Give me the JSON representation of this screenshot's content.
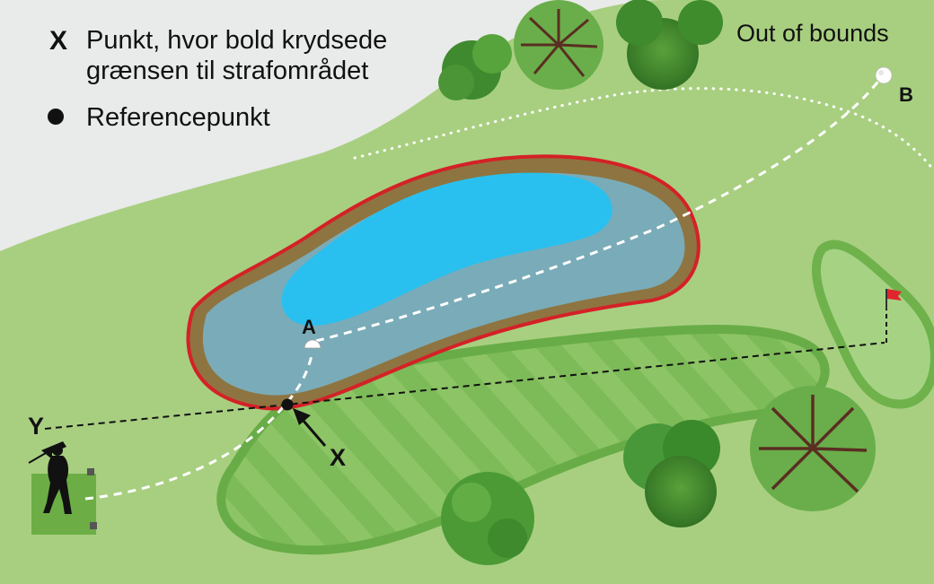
{
  "legend": {
    "x_symbol": "X",
    "x_text_line1": "Punkt, hvor bold krydsede",
    "x_text_line2": "grænsen til strafområdet",
    "ref_text": "Referencepunkt"
  },
  "labels": {
    "out_of_bounds": "Out of bounds",
    "point_a": "A",
    "point_b": "B",
    "point_x": "X",
    "point_y": "Y"
  },
  "colors": {
    "out_of_bounds": "#e9eaea",
    "rough": "#a8cf80",
    "fairway_light": "#8cc466",
    "fairway_dark": "#72b44e",
    "water_shallow": "#7aabb8",
    "water_deep": "#29c0ef",
    "bank": "#8e7440",
    "penalty_line": "#d42127",
    "flag": "#e0262d"
  },
  "icons": [
    "golfer-icon",
    "flag-icon",
    "tree-icon",
    "ball-icon",
    "arrow-icon",
    "reference-point-icon"
  ]
}
